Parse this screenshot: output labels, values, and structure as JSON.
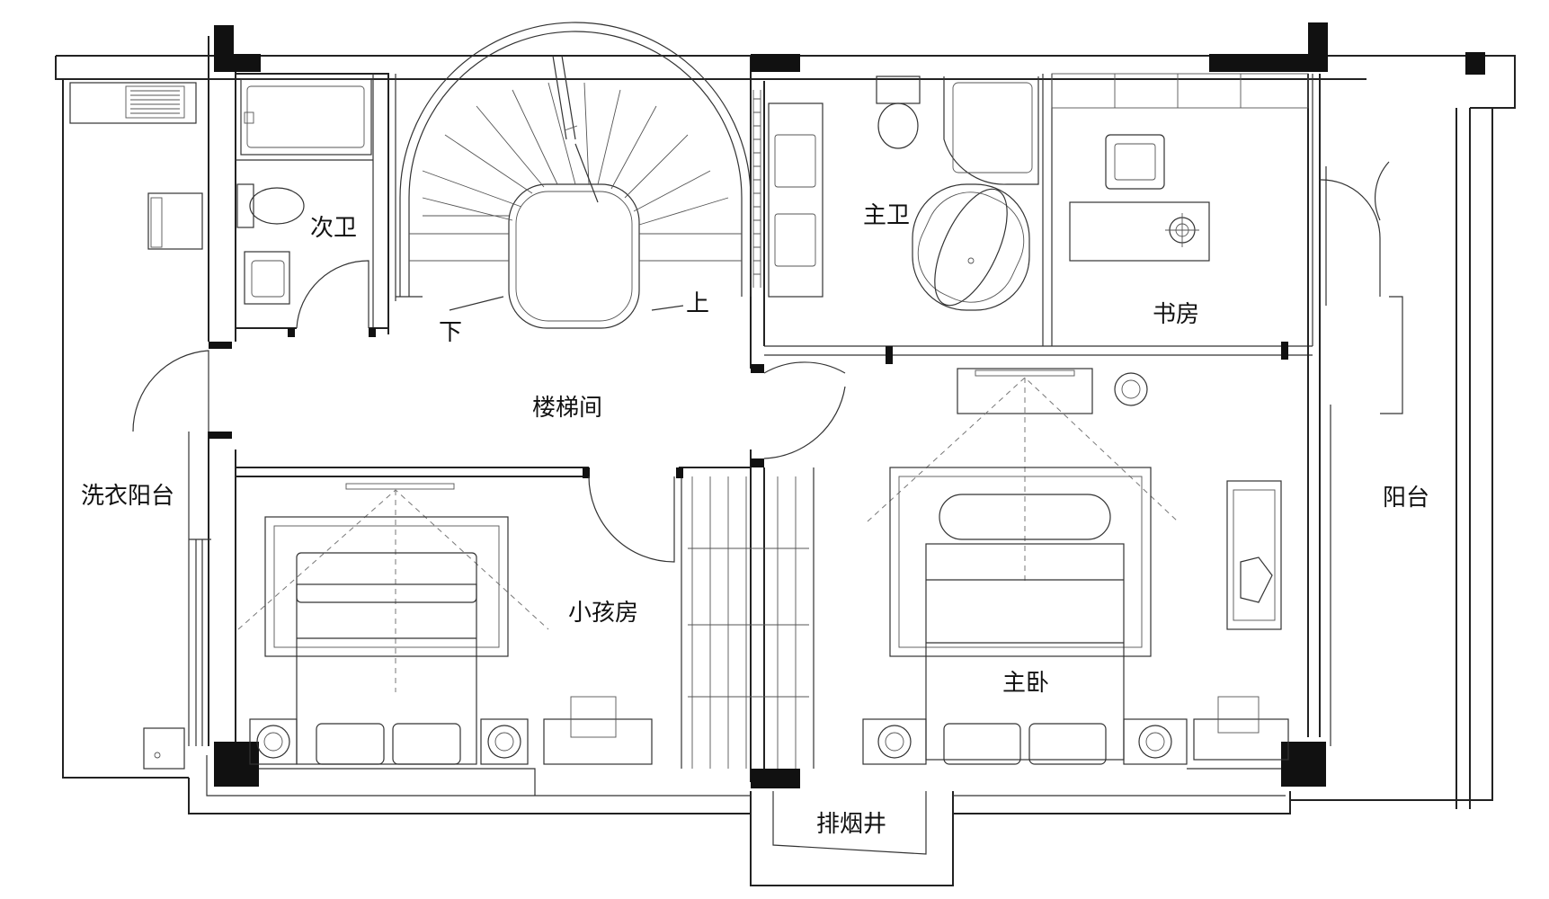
{
  "rooms": {
    "secondary_bath": "次卫",
    "master_bath": "主卫",
    "study": "书房",
    "stairwell": "楼梯间",
    "stair_down": "下",
    "stair_up": "上",
    "laundry_balcony": "洗衣阳台",
    "kids_room": "小孩房",
    "master_bedroom": "主卧",
    "balcony": "阳台",
    "flue_shaft": "排烟井"
  }
}
